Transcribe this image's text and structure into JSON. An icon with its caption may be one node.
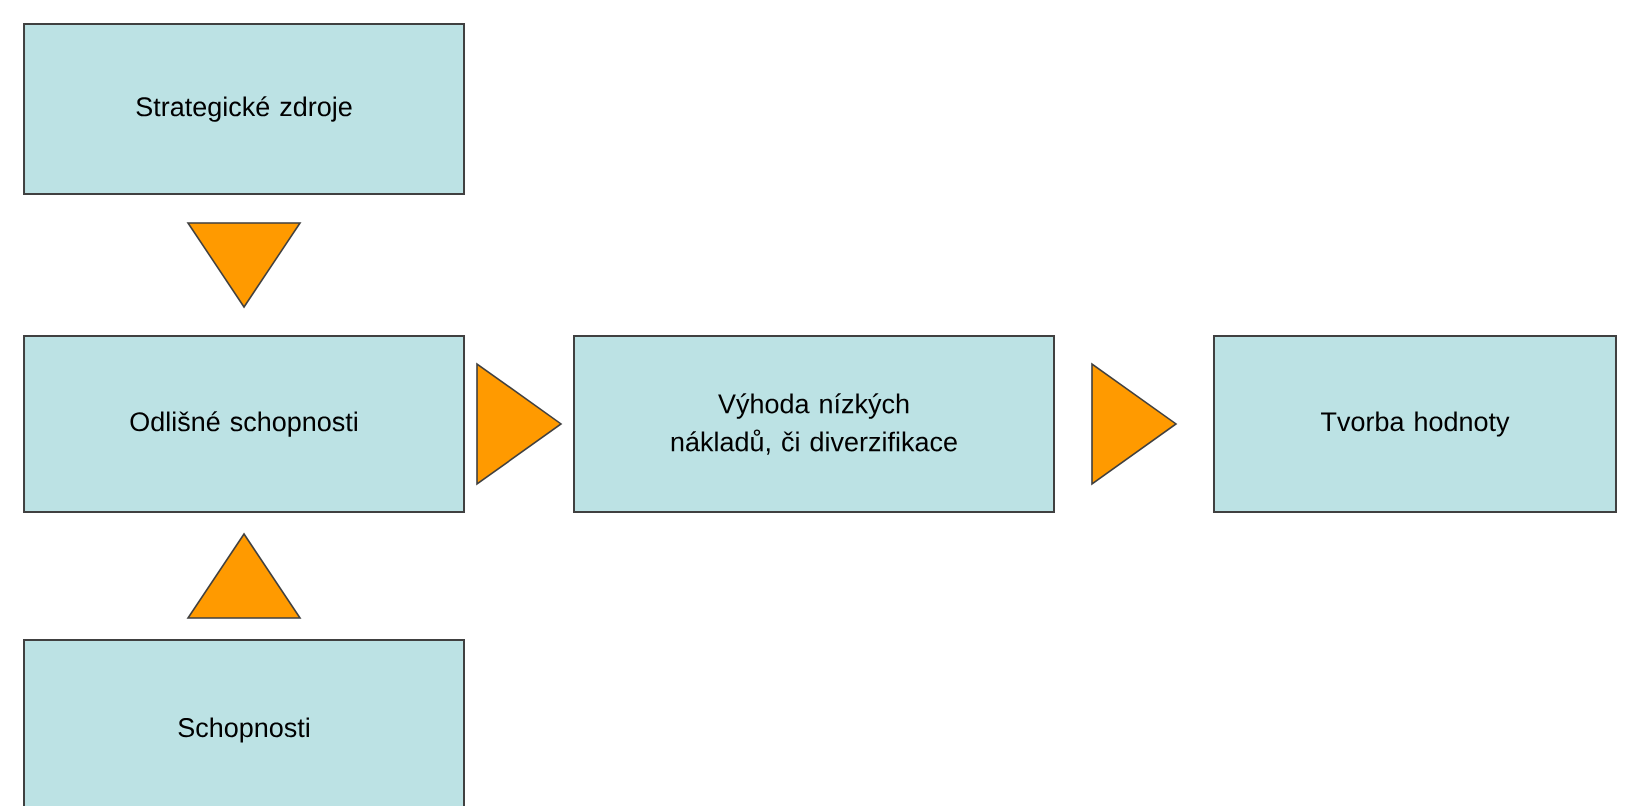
{
  "diagram": {
    "nodes": [
      {
        "text": [
          "Strategické zdroje"
        ]
      },
      {
        "text": [
          "Odlišné schopnosti"
        ]
      },
      {
        "text": [
          "Výhoda nízkých nákladů, či diverzifikace"
        ]
      },
      {
        "text": [
          "Tvorba hodnoty"
        ]
      },
      {
        "text": [
          "Schopnosti"
        ]
      }
    ],
    "edges": [
      {
        "from": 0,
        "to": 1,
        "arrow": "to"
      },
      {
        "from": 1,
        "to": 2,
        "arrow": "to"
      },
      {
        "from": 2,
        "to": 3,
        "arrow": "to"
      },
      {
        "from": 4,
        "to": 1,
        "arrow": "to"
      }
    ]
  }
}
